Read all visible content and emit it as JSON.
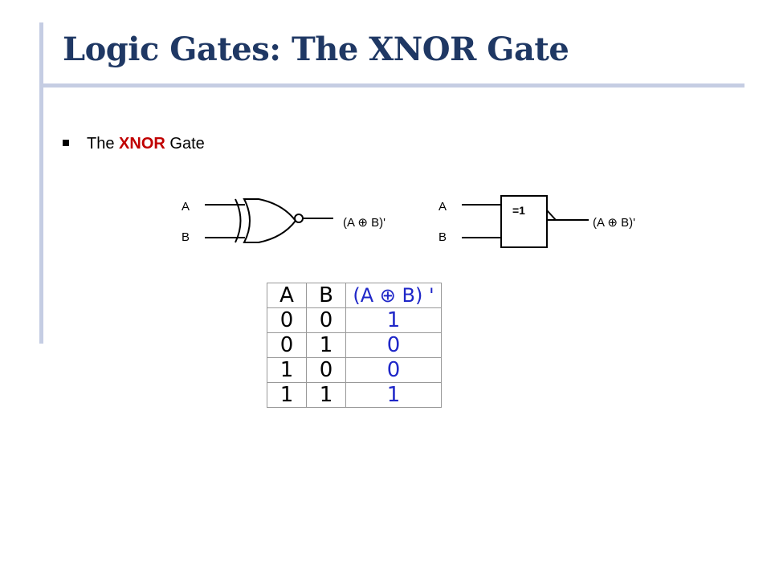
{
  "title": "Logic Gates: The XNOR Gate",
  "bullet": {
    "prefix": "The ",
    "highlight": "XNOR",
    "suffix": " Gate"
  },
  "gate_symbol": {
    "input_a": "A",
    "input_b": "B",
    "output": "(A ⊕ B)'"
  },
  "iec_symbol": {
    "input_a": "A",
    "input_b": "B",
    "box_label": "=1",
    "output": "(A ⊕ B)'"
  },
  "truth_table": {
    "headers": [
      "A",
      "B",
      "(A ⊕ B) '"
    ],
    "rows": [
      [
        "0",
        "0",
        "1"
      ],
      [
        "0",
        "1",
        "0"
      ],
      [
        "1",
        "0",
        "0"
      ],
      [
        "1",
        "1",
        "1"
      ]
    ]
  },
  "colors": {
    "title": "#1f3864",
    "accent_bar": "#c5cde3",
    "highlight": "#c00000",
    "table_output": "#1f27c8"
  }
}
